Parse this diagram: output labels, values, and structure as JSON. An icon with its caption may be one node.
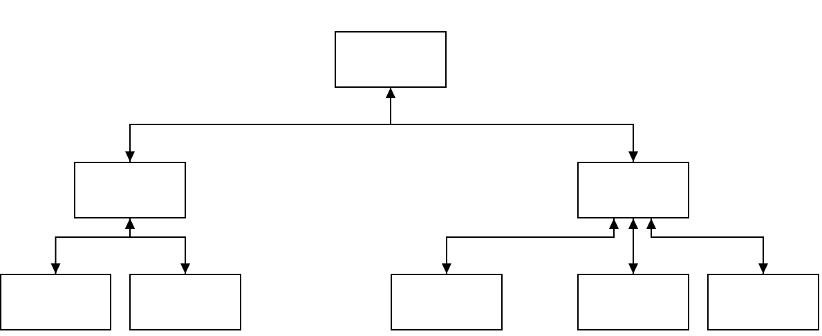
{
  "diagram": {
    "nodes": [
      {
        "text": [],
        "shape": "box"
      },
      {
        "text": [],
        "shape": "box"
      },
      {
        "text": [],
        "shape": "box"
      },
      {
        "text": [],
        "shape": "box"
      },
      {
        "text": [],
        "shape": "box"
      },
      {
        "text": [],
        "shape": "box"
      },
      {
        "text": [],
        "shape": "box"
      },
      {
        "text": [],
        "shape": "box"
      }
    ],
    "edges": [
      {
        "from": 0,
        "to": 1,
        "arrow": "both"
      },
      {
        "from": 0,
        "to": 2,
        "arrow": "both"
      },
      {
        "from": 1,
        "to": 3,
        "arrow": "both"
      },
      {
        "from": 1,
        "to": 4,
        "arrow": "both"
      },
      {
        "from": 2,
        "to": 5,
        "arrow": "both"
      },
      {
        "from": 2,
        "to": 6,
        "arrow": "both"
      },
      {
        "from": 2,
        "to": 7,
        "arrow": "both"
      }
    ]
  }
}
